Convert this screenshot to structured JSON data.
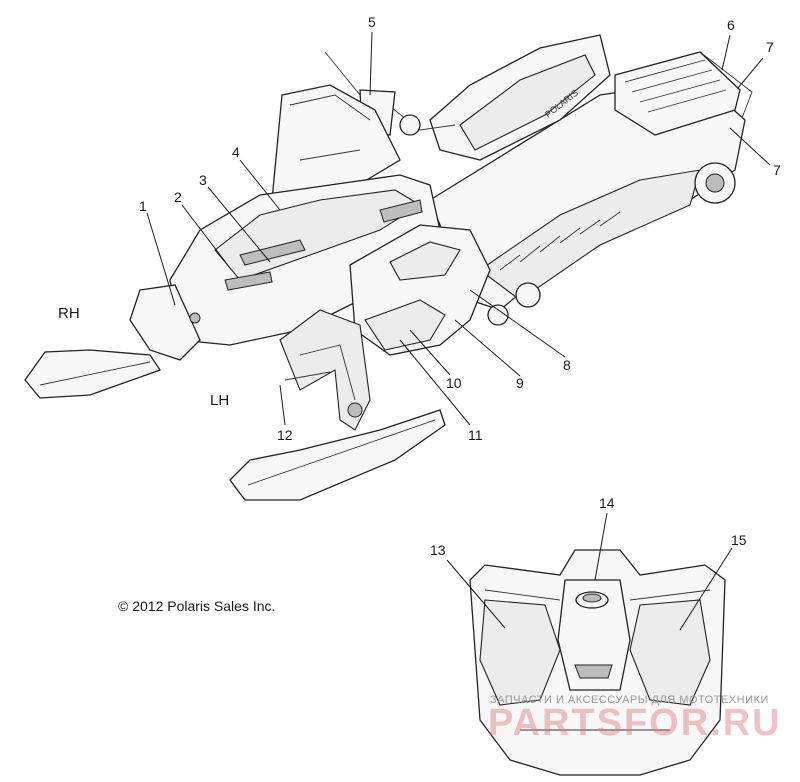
{
  "callouts": [
    {
      "id": "1",
      "label": "1"
    },
    {
      "id": "2",
      "label": "2"
    },
    {
      "id": "3",
      "label": "3"
    },
    {
      "id": "4",
      "label": "4"
    },
    {
      "id": "5",
      "label": "5"
    },
    {
      "id": "6",
      "label": "6"
    },
    {
      "id": "7a",
      "label": "7"
    },
    {
      "id": "7b",
      "label": "7"
    },
    {
      "id": "8",
      "label": "8"
    },
    {
      "id": "9",
      "label": "9"
    },
    {
      "id": "10",
      "label": "10"
    },
    {
      "id": "11",
      "label": "11"
    },
    {
      "id": "12",
      "label": "12"
    },
    {
      "id": "13",
      "label": "13"
    },
    {
      "id": "14",
      "label": "14"
    },
    {
      "id": "15",
      "label": "15"
    }
  ],
  "side_labels": {
    "right": "RH",
    "left": "LH"
  },
  "copyright": "© 2012 Polaris Sales Inc.",
  "seat_brand": "POLARIS",
  "watermark": {
    "tagline": "ЗАПЧАСТИ И АКСЕССУАРЫ ДЛЯ МОТОТЕХНИКИ",
    "site": "PARTSFOR.RU"
  }
}
